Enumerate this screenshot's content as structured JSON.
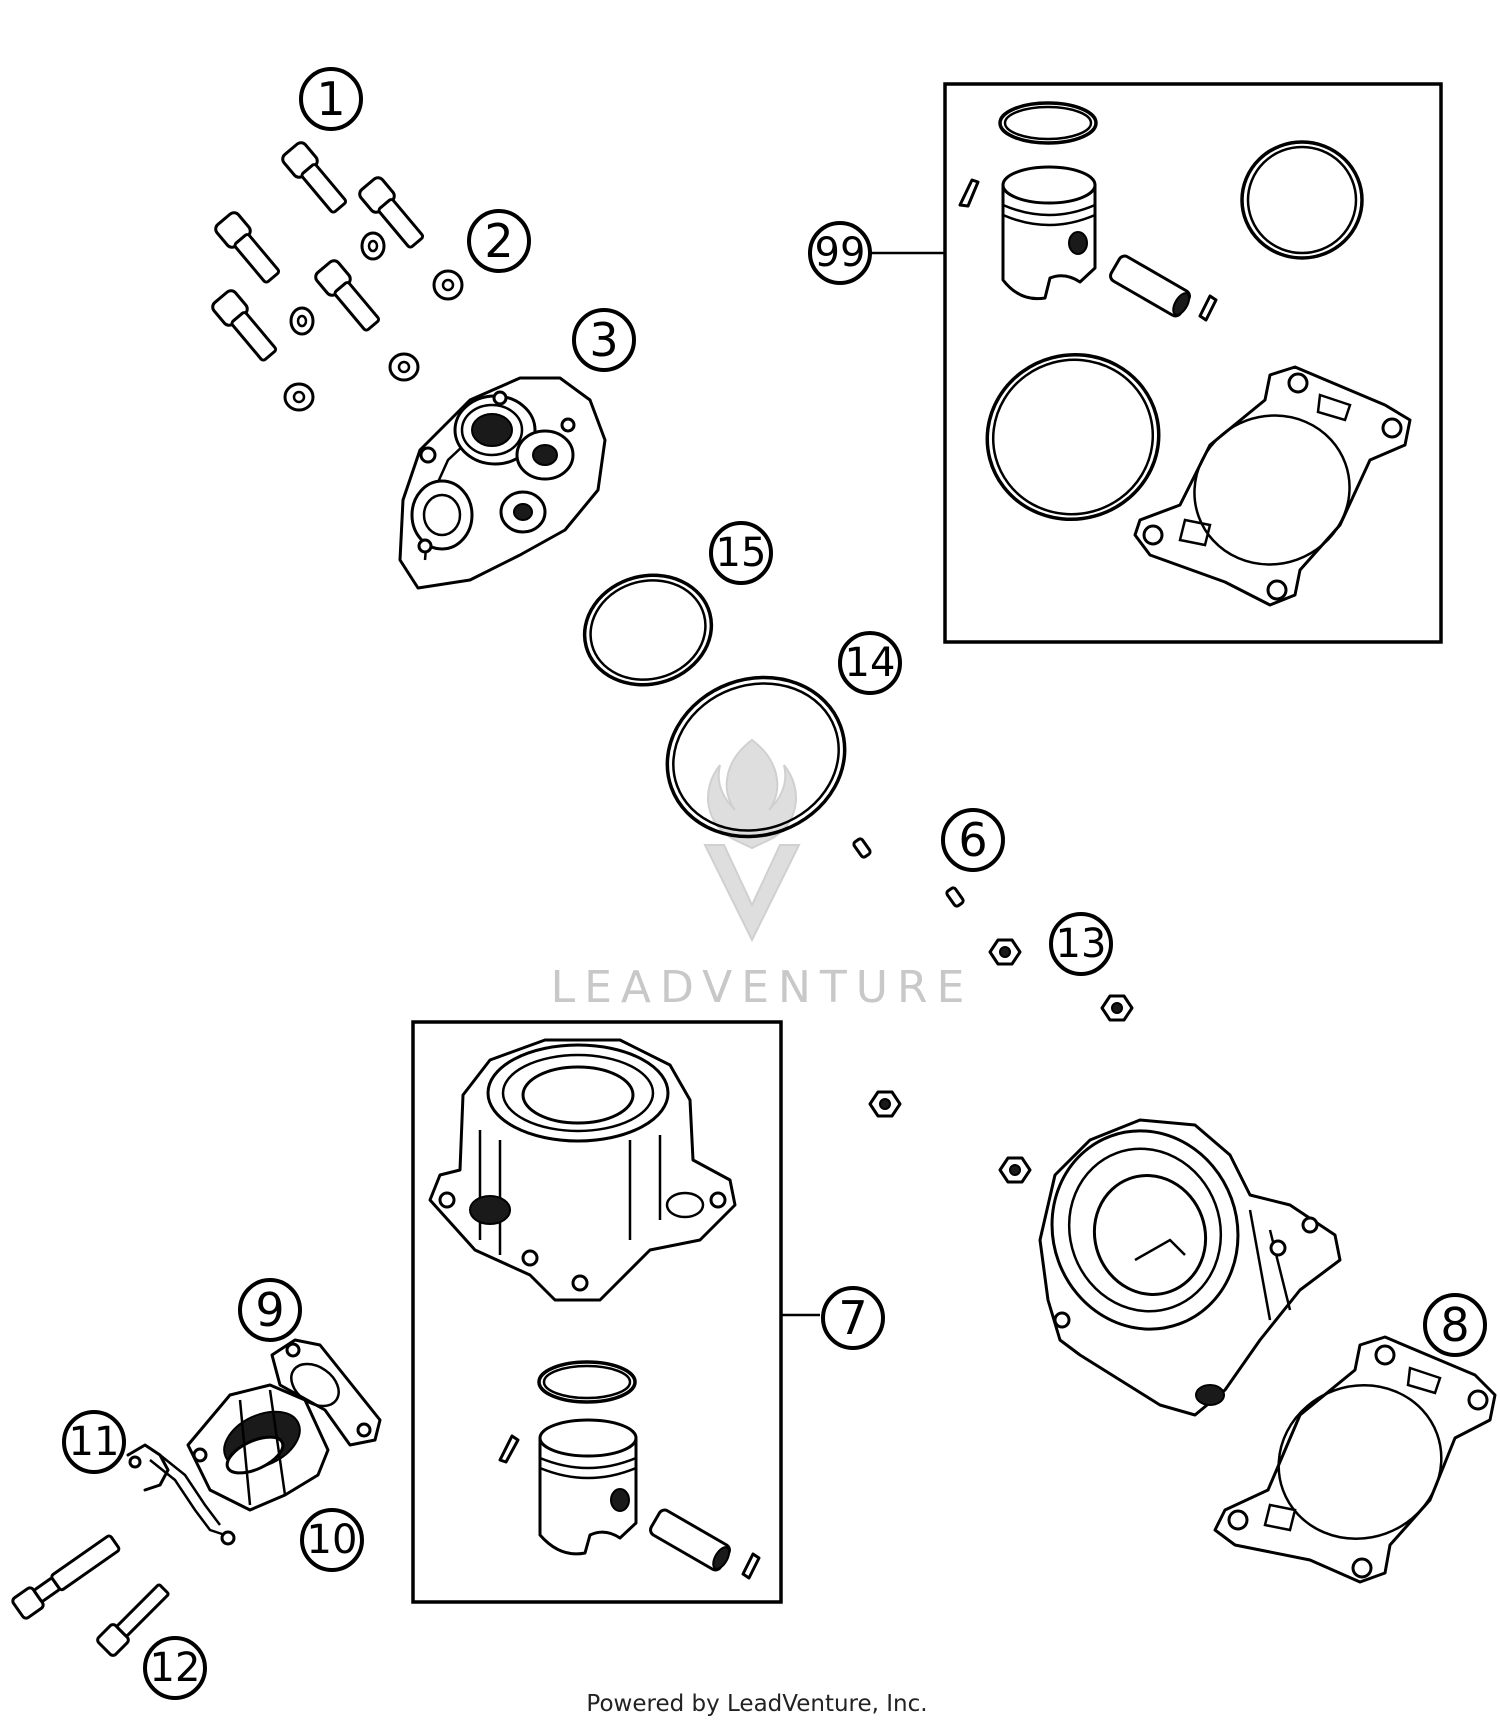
{
  "watermark": {
    "text": "LEADVENTURE",
    "logo_icon": "leadventure-flame-logo-icon",
    "color": "#c8c8c8"
  },
  "footer": {
    "text": "Powered by LeadVenture, Inc."
  },
  "callouts": [
    {
      "id": "c1",
      "label": "1"
    },
    {
      "id": "c2",
      "label": "2"
    },
    {
      "id": "c3",
      "label": "3"
    },
    {
      "id": "c15",
      "label": "15"
    },
    {
      "id": "c14",
      "label": "14"
    },
    {
      "id": "c99",
      "label": "99"
    },
    {
      "id": "c6",
      "label": "6"
    },
    {
      "id": "c13",
      "label": "13"
    },
    {
      "id": "c7",
      "label": "7"
    },
    {
      "id": "c8",
      "label": "8"
    },
    {
      "id": "c9",
      "label": "9"
    },
    {
      "id": "c10",
      "label": "10"
    },
    {
      "id": "c11",
      "label": "11"
    },
    {
      "id": "c12",
      "label": "12"
    }
  ]
}
